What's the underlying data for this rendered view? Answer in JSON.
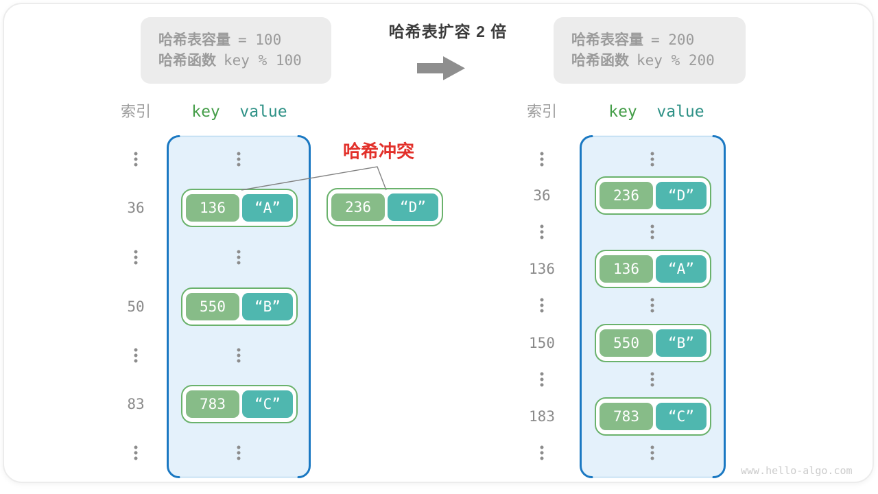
{
  "title": "哈希表扩容 2 倍",
  "info_before": {
    "cap_label": "哈希表容量",
    "cap_value": "= 100",
    "fn_label": "哈希函数",
    "fn_value": "key % 100"
  },
  "info_after": {
    "cap_label": "哈希表容量",
    "cap_value": "= 200",
    "fn_label": "哈希函数",
    "fn_value": "key % 200"
  },
  "collision_label": "哈希冲突",
  "table_before": {
    "index_header": "索引",
    "key_header": "key",
    "value_header": "value",
    "indices": [
      "36",
      "50",
      "83"
    ],
    "entries": [
      {
        "key": "136",
        "value": "“A”"
      },
      {
        "key": "550",
        "value": "“B”"
      },
      {
        "key": "783",
        "value": "“C”"
      }
    ]
  },
  "collision_entry": {
    "key": "236",
    "value": "“D”"
  },
  "table_after": {
    "index_header": "索引",
    "key_header": "key",
    "value_header": "value",
    "indices": [
      "36",
      "136",
      "150",
      "183"
    ],
    "entries": [
      {
        "key": "236",
        "value": "“D”"
      },
      {
        "key": "136",
        "value": "“A”"
      },
      {
        "key": "550",
        "value": "“B”"
      },
      {
        "key": "783",
        "value": "“C”"
      }
    ]
  },
  "watermark": "www.hello-algo.com",
  "colors": {
    "container_border": "#1a78c2",
    "container_bg": "#e4f1fb",
    "entry_border": "#6ab26c",
    "key_bg": "#87bc88",
    "value_bg": "#4fb7af",
    "key_header": "#449d48",
    "value_header": "#2e9186",
    "collision_red": "#e2302a",
    "info_box_bg": "#ececec",
    "muted_text": "#9b9b9b",
    "arrow_gray": "#8e8e8e"
  }
}
